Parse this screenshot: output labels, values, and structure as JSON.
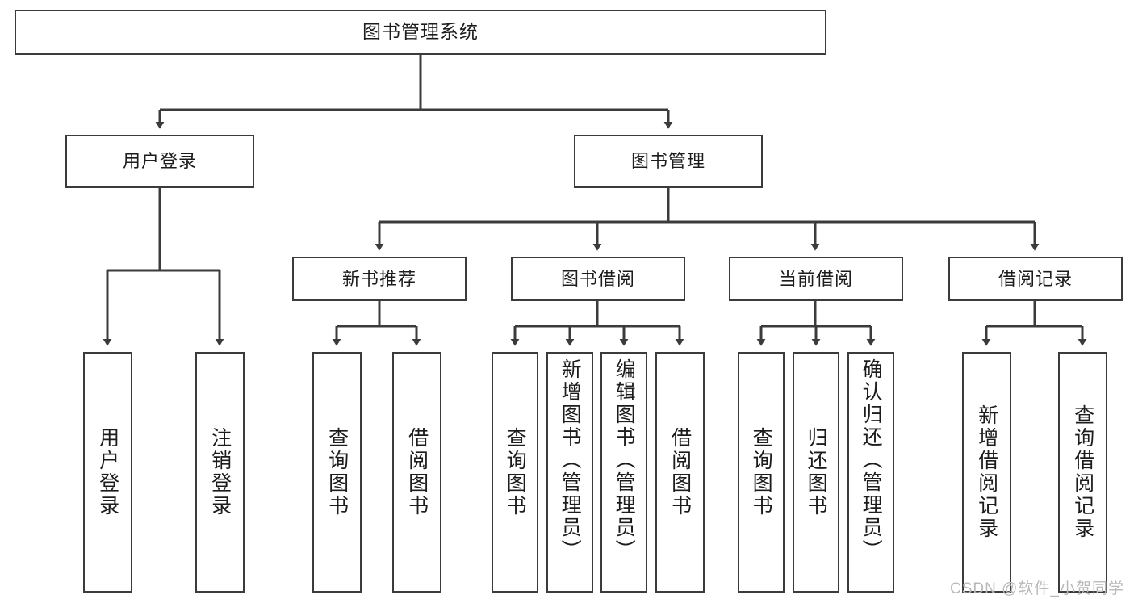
{
  "diagram": {
    "type": "tree",
    "title": "图书管理系统",
    "root": {
      "id": "root",
      "label": "图书管理系统"
    },
    "level1": [
      {
        "id": "user-login",
        "label": "用户登录"
      },
      {
        "id": "book-manage",
        "label": "图书管理"
      }
    ],
    "level2": [
      {
        "id": "new-book-rec",
        "label": "新书推荐",
        "parent": "book-manage"
      },
      {
        "id": "book-borrow",
        "label": "图书借阅",
        "parent": "book-manage"
      },
      {
        "id": "current-borrow",
        "label": "当前借阅",
        "parent": "book-manage"
      },
      {
        "id": "borrow-record",
        "label": "借阅记录",
        "parent": "book-manage"
      }
    ],
    "leaves": [
      {
        "id": "leaf-user-login",
        "label": "用户登录",
        "parent": "user-login"
      },
      {
        "id": "leaf-logout",
        "label": "注销登录",
        "parent": "user-login"
      },
      {
        "id": "leaf-query-book-1",
        "label": "查询图书",
        "parent": "new-book-rec"
      },
      {
        "id": "leaf-borrow-book-1",
        "label": "借阅图书",
        "parent": "new-book-rec"
      },
      {
        "id": "leaf-query-book-2",
        "label": "查询图书",
        "parent": "book-borrow"
      },
      {
        "id": "leaf-add-book",
        "label": "新增图书（管理员）",
        "parent": "book-borrow"
      },
      {
        "id": "leaf-edit-book",
        "label": "编辑图书（管理员）",
        "parent": "book-borrow"
      },
      {
        "id": "leaf-borrow-book-2",
        "label": "借阅图书",
        "parent": "book-borrow"
      },
      {
        "id": "leaf-query-book-3",
        "label": "查询图书",
        "parent": "current-borrow"
      },
      {
        "id": "leaf-return-book",
        "label": "归还图书",
        "parent": "current-borrow"
      },
      {
        "id": "leaf-confirm-return",
        "label": "确认归还（管理员）",
        "parent": "current-borrow"
      },
      {
        "id": "leaf-add-record",
        "label": "新增借阅记录",
        "parent": "borrow-record"
      },
      {
        "id": "leaf-query-record",
        "label": "查询借阅记录",
        "parent": "borrow-record"
      }
    ],
    "colors": {
      "border": "#3b3b3b",
      "background": "#ffffff",
      "text": "#1c1c1c",
      "connector": "#3b3b3b",
      "watermark": "#b9b9b9"
    }
  },
  "watermark": {
    "text": "CSDN @软件_小贺同学"
  }
}
